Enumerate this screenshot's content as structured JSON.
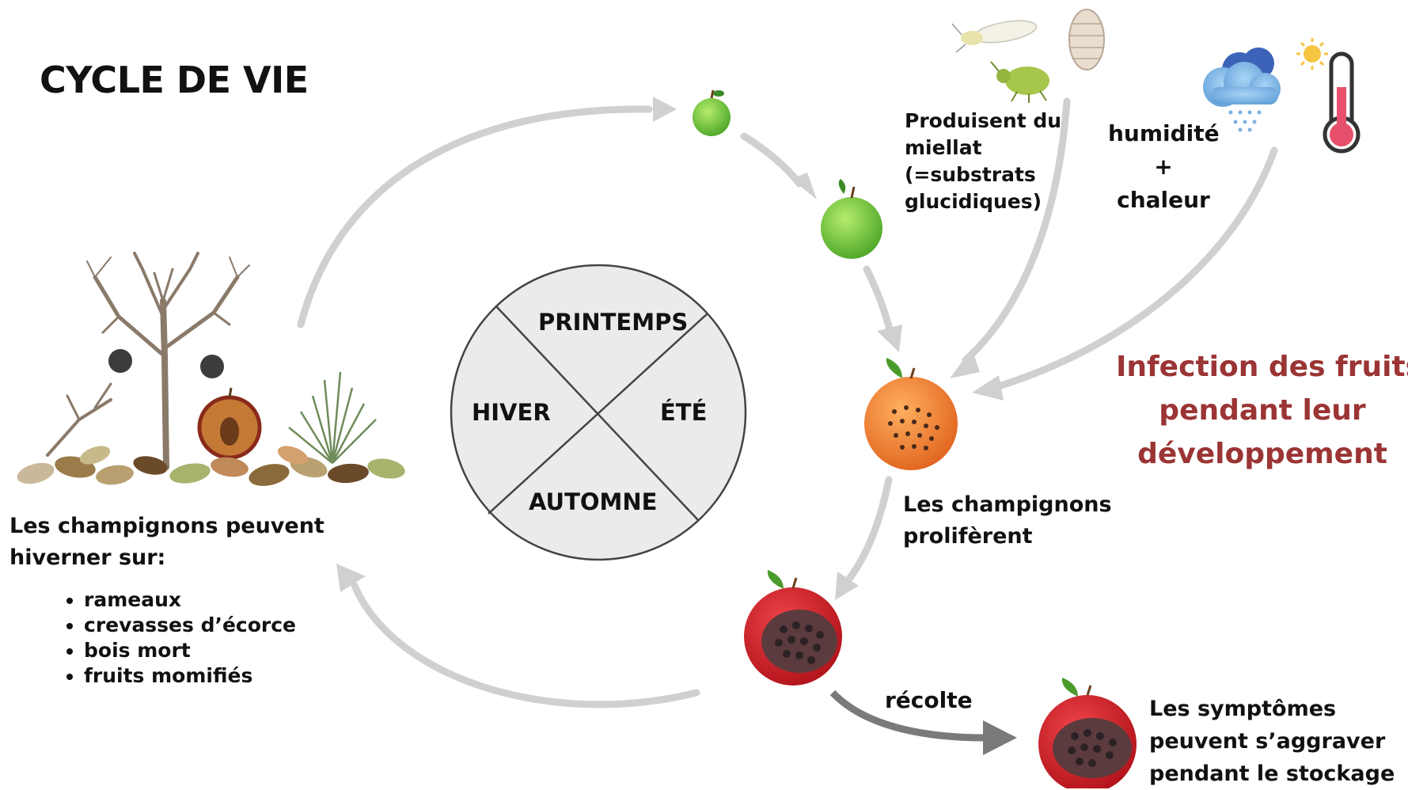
{
  "title": "CYCLE DE VIE",
  "seasons": {
    "spring": "PRINTEMPS",
    "summer": "ÉTÉ",
    "autumn": "AUTOMNE",
    "winter": "HIVER"
  },
  "overwinter": {
    "heading_line1": "Les champignons peuvent",
    "heading_line2": "hiverner sur:",
    "sites": [
      "rameaux",
      "crevasses d’écorce",
      "bois mort",
      "fruits momifiés"
    ]
  },
  "insects": {
    "line1": "Produisent du",
    "line2": "miellat",
    "line3": "(=substrats",
    "line4": "glucidiques)"
  },
  "climate": {
    "line1": "humidité",
    "line2": "+",
    "line3": "chaleur"
  },
  "infection": {
    "line1": "Infection des fruits",
    "line2": "pendant leur",
    "line3": "développement"
  },
  "proliferation": {
    "line1": "Les champignons",
    "line2": "prolifèrent"
  },
  "harvest": "récolte",
  "storage": {
    "line1": "Les symptômes",
    "line2": "peuvent s’aggraver",
    "line3": "pendant le stockage"
  },
  "colors": {
    "infection_text": "#9b3434",
    "arrow_gray": "#c9c9c9",
    "harvest_arrow": "#7a7a7a",
    "apple_green": "#6cc23a",
    "apple_orange": "#ee7a2c",
    "apple_red": "#cc1d22",
    "season_disc": "#ebebeb"
  },
  "icons": [
    "young-apple-icon",
    "green-apple-icon",
    "orange-infected-apple-icon",
    "red-rotten-apple-icon",
    "stored-rotten-apple-icon",
    "whitefly-icon",
    "mealybug-icon",
    "aphid-icon",
    "rain-cloud-icon",
    "sun-icon",
    "thermometer-icon",
    "bare-tree-icon"
  ]
}
